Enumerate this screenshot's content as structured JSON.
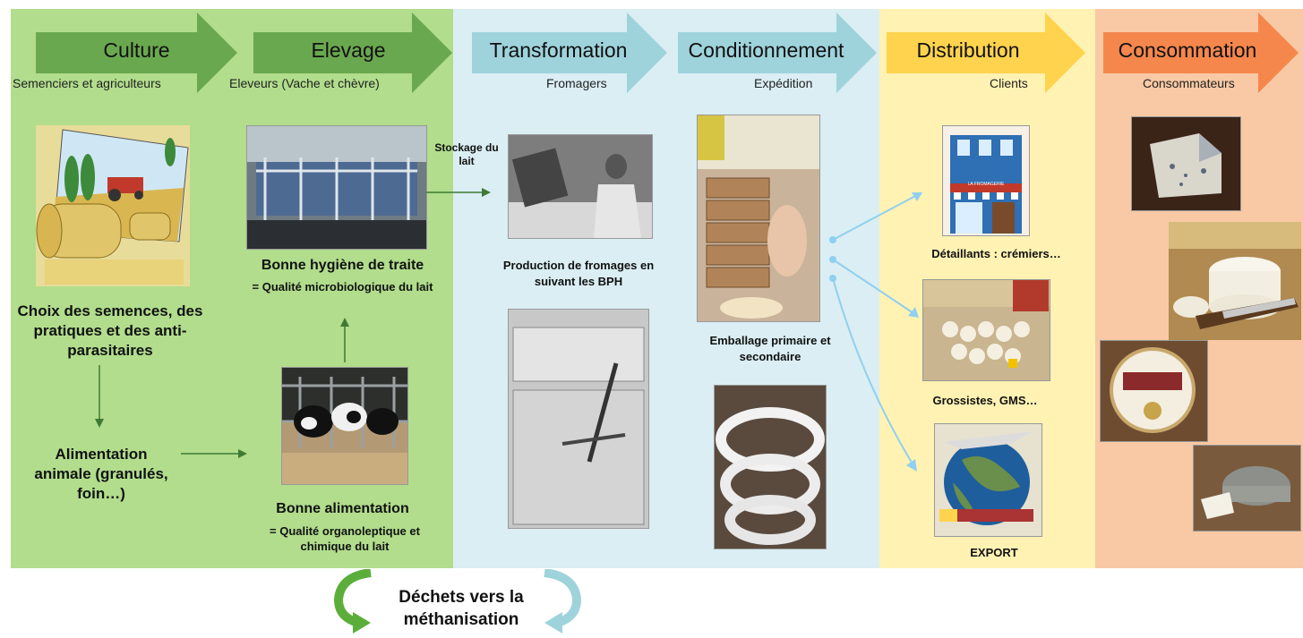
{
  "colors": {
    "culture_zone": "#b1dd8c",
    "transformation_zone": "#daeef3",
    "distribution_zone": "#fff2b3",
    "consommation_zone": "#f8c9a4",
    "arrow_green": "#6aa84f",
    "arrow_blue": "#9fd3dc",
    "arrow_yellow": "#ffd34d",
    "arrow_orange": "#f5874c",
    "connector_green": "#3f7a35",
    "connector_blue": "#8fd0f0"
  },
  "stages": [
    {
      "title": "Culture",
      "subtitle": "Semenciers et agriculteurs"
    },
    {
      "title": "Elevage",
      "subtitle": "Eleveurs (Vache et chèvre)"
    },
    {
      "title": "Transformation",
      "subtitle": "Fromagers"
    },
    {
      "title": "Conditionnement",
      "subtitle": "Expédition"
    },
    {
      "title": "Distribution",
      "subtitle": "Clients"
    },
    {
      "title": "Consommation",
      "subtitle": "Consommateurs"
    }
  ],
  "culture": {
    "choix": "Choix des semences, des pratiques et des anti-parasitaires",
    "alimentation": "Alimentation animale (granulés, foin…)"
  },
  "elevage": {
    "hygiene_title": "Bonne hygiène de traite",
    "hygiene_detail": "= Qualité microbiologique du lait",
    "alimentation_title": "Bonne alimentation",
    "alimentation_detail": "= Qualité organoleptique et chimique du lait"
  },
  "transformation": {
    "stockage": "Stockage du lait",
    "production": "Production de fromages en suivant les BPH"
  },
  "conditionnement": {
    "emballage": "Emballage primaire et secondaire"
  },
  "distribution": {
    "detaillants": "Détaillants : crémiers…",
    "grossistes": "Grossistes, GMS…",
    "export": "EXPORT",
    "shop_sign": "LA FROMAGERIE"
  },
  "dechets": "Déchets vers la méthanisation"
}
